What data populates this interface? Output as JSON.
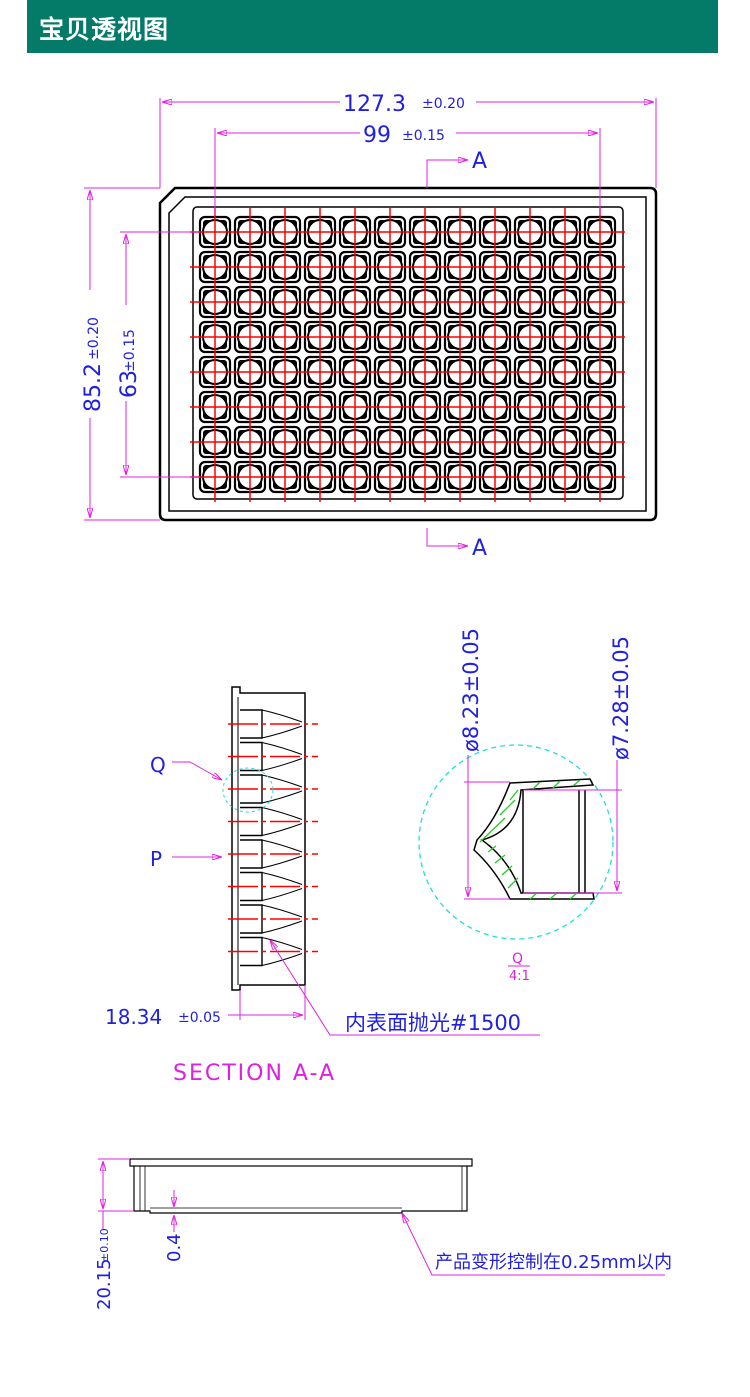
{
  "header": {
    "title": "宝贝透视图"
  },
  "top_view": {
    "overall_width": "127.3",
    "overall_width_tol": "±0.20",
    "well_span_width": "99",
    "well_span_width_tol": "±0.15",
    "overall_height": "85.2",
    "overall_height_tol": "±0.20",
    "well_span_height": "63",
    "well_span_height_tol": "±0.15",
    "section_marker_top": "A",
    "section_marker_bottom": "A",
    "columns": 12,
    "rows": 8
  },
  "section_view": {
    "label_q": "Q",
    "label_p": "P",
    "depth": "18.34",
    "depth_tol": "±0.05",
    "polish_note": "内表面抛光#1500",
    "title": "SECTION A-A"
  },
  "detail_view": {
    "outer_diameter": "ø8.23±0.05",
    "inner_diameter": "ø7.28±0.05",
    "detail_label": "Q",
    "scale": "4:1"
  },
  "side_view": {
    "height": "20.15",
    "height_tol": "±0.10",
    "bottom_gap": "0.4",
    "deformation_note": "产品变形控制在0.25mm以内"
  },
  "colors": {
    "header": "#047a69",
    "dimension": "#e020e0",
    "text": "#2020e0",
    "centerline": "#ff0000",
    "detail_circle": "#22dddd",
    "hatch": "#22cc22"
  }
}
